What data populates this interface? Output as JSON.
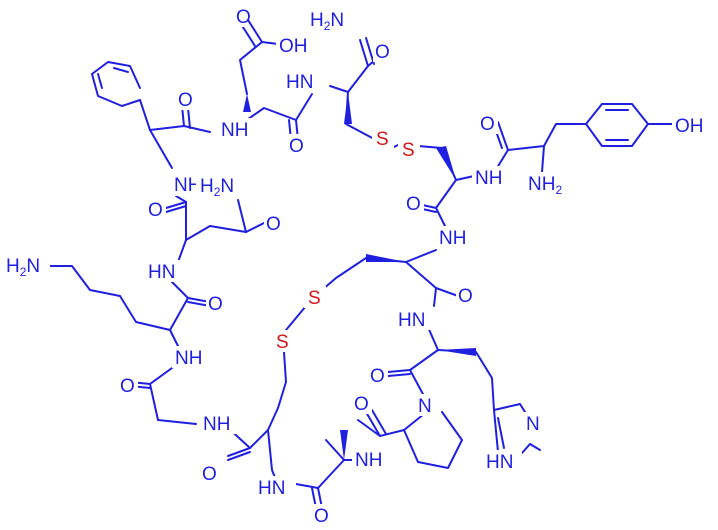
{
  "colors": {
    "bond": "#1f1fe0",
    "sulfur": "#d01818",
    "background": "#ffffff"
  },
  "labels": {
    "cooh_oh": "OH",
    "cooh_o": "O",
    "amide_nh2": "H2N",
    "amide_o": "O",
    "hn_top": "HN",
    "o_asp": "O",
    "nh_asp": "NH",
    "o_phe": "O",
    "s1": "S",
    "s2": "S",
    "o_tyr": "O",
    "tyr_oh": "OH",
    "nh_tyr": "NH",
    "nh2_tyr": "NH2",
    "nh_phe": "NH",
    "h2n_asn": "H2N",
    "o_asn_bb": "O",
    "o_asn_sc": "O",
    "o_cys2": "O",
    "nh_cys2": "NH",
    "h2n_lys": "H2N",
    "hn_asn": "HN",
    "s3": "S",
    "s4": "S",
    "o_lys": "O",
    "o_cys3": "O",
    "hn_his": "HN",
    "nh_lys": "NH",
    "o_his": "O",
    "o_gly": "O",
    "n_pro": "N",
    "o_pro": "O",
    "nh_gly": "NH",
    "n_imid": "N",
    "hn_imid": "HN",
    "nh_ala": "NH",
    "o_cys4": "O",
    "nh_cys4": "HN",
    "o_ala": "O"
  }
}
